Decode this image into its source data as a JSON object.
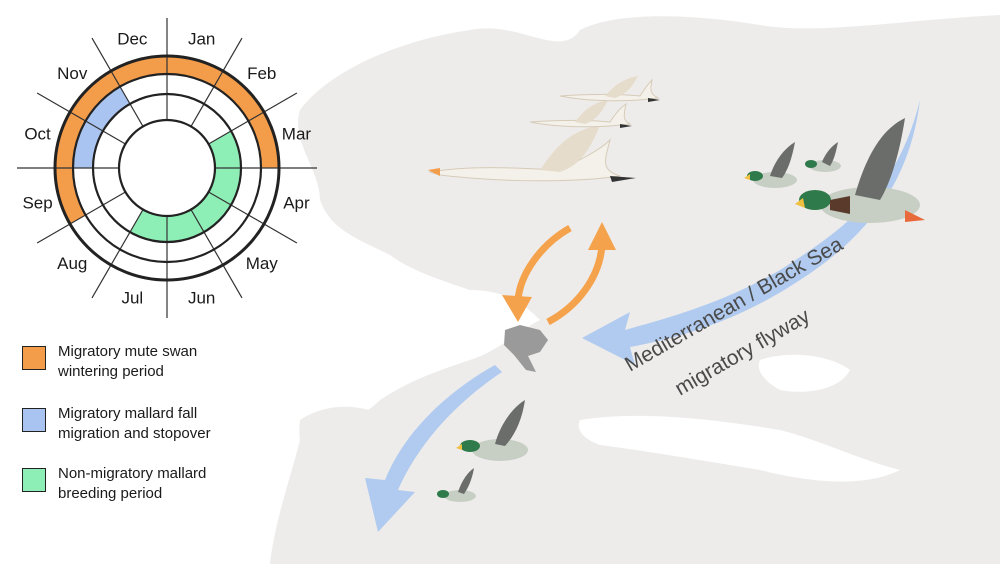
{
  "calendar": {
    "months": [
      "Jan",
      "Feb",
      "Mar",
      "Apr",
      "May",
      "Jun",
      "Jul",
      "Aug",
      "Sep",
      "Oct",
      "Nov",
      "Dec"
    ]
  },
  "legend": [
    {
      "line1": "Migratory mute swan",
      "line2": "wintering period",
      "color": "#f39c4a"
    },
    {
      "line1": "Migratory mallard fall",
      "line2": "migration and stopover",
      "color": "#a9c4f0"
    },
    {
      "line1": "Non-migratory mallard",
      "line2": "breeding period",
      "color": "#8eefb6"
    }
  ],
  "periods": {
    "swan_wintering": {
      "start_month": "Sep",
      "end_month": "Mar",
      "color": "#f39c4a"
    },
    "mallard_fall_migration": {
      "start_month": "Oct",
      "end_month": "Nov",
      "color": "#a9c4f0"
    },
    "mallard_breeding": {
      "start_month": "Mar",
      "end_month": "Jul",
      "color": "#8eefb6"
    }
  },
  "map": {
    "flyway_label_line1": "Mediterranean / Black Sea",
    "flyway_label_line2": "migratory flyway",
    "land_color": "#eeeceb",
    "flyway_arrow_color": "#a8c8f0",
    "local_arrow_color": "#f4a24b",
    "region_color": "#9a9a9a"
  }
}
